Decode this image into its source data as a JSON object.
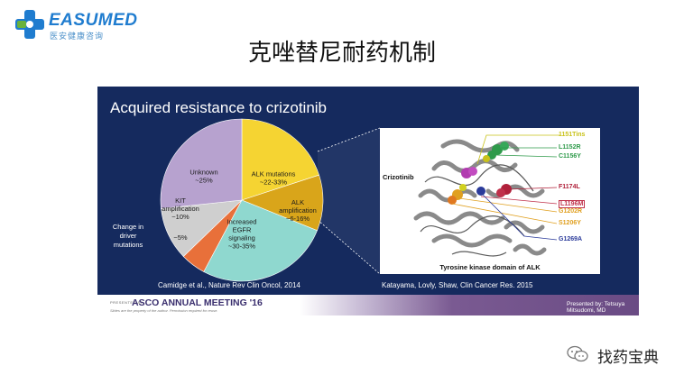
{
  "logo": {
    "brand": "EASUMED",
    "subtitle": "医安健康咨询",
    "colors": {
      "primary": "#1f7ccf",
      "accent": "#6ab23c"
    }
  },
  "page_title": "克唑替尼耐药机制",
  "slide": {
    "title": "Acquired resistance to crizotinib",
    "background": "#152a5e",
    "pie": {
      "segments": [
        {
          "label_lines": [
            "ALK mutations",
            "~22-33%"
          ],
          "color": "#f5d432"
        },
        {
          "label_lines": [
            "ALK",
            "amplification",
            "~6-16%"
          ],
          "color": "#d9a51a"
        },
        {
          "label_lines": [
            "Increased",
            "EGFR",
            "signaling",
            "~30-35%"
          ],
          "color": "#8fd8cf"
        },
        {
          "label_lines": [
            "~5%"
          ],
          "color": "#e8703a"
        },
        {
          "label_lines": [
            "KIT",
            "amplification",
            "~10%"
          ],
          "color": "#cfcfcf"
        },
        {
          "label_lines": [
            "Unknown",
            "~25%"
          ],
          "color": "#b7a2cf"
        }
      ],
      "outside_label_lines": [
        "Change in",
        "driver",
        "mutations"
      ]
    },
    "citation_left": "Camidge et al., Nature Rev Clin Oncol, 2014",
    "citation_right": "Katayama, Lovly, Shaw, Clin Cancer Res. 2015",
    "protein_panel": {
      "drug_label": "Crizotinib",
      "caption": "Tyrosine kinase domain of ALK",
      "mutations": [
        {
          "label": "1151Tins",
          "color": "#c9c21a"
        },
        {
          "label": "L1152R",
          "color": "#2e9a4a"
        },
        {
          "label": "C1156Y",
          "color": "#2e9a4a"
        },
        {
          "label": "F1174L",
          "color": "#b0203a"
        },
        {
          "label": "L1196M",
          "color": "#c0304a"
        },
        {
          "label": "G1202R",
          "color": "#e0a020"
        },
        {
          "label": "S1206Y",
          "color": "#e0a020"
        },
        {
          "label": "G1269A",
          "color": "#2a3a9a"
        }
      ]
    },
    "footer": {
      "presented_at": "PRESENTED AT:",
      "meeting": "ASCO ANNUAL MEETING '16",
      "slides_note": "Slides are the property of the author. Permission required for reuse.",
      "presented_by": "Presented by: Tetsuya Mitsudomi, MD"
    }
  },
  "watermark": {
    "text": "找药宝典",
    "icon": "wechat-official-account-icon"
  }
}
